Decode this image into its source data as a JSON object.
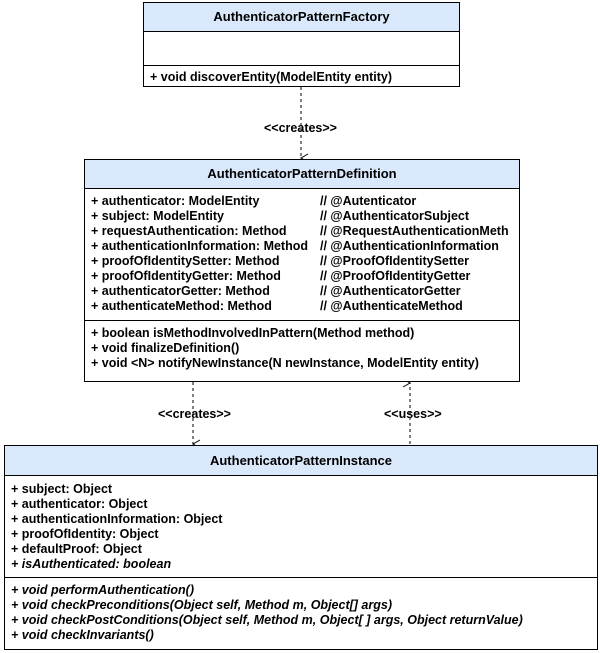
{
  "factory": {
    "name": "AuthenticatorPatternFactory",
    "attributes": [],
    "methods": [
      "+ void discoverEntity(ModelEntity entity)"
    ]
  },
  "definition": {
    "name": "AuthenticatorPatternDefinition",
    "attributes": [
      {
        "text": "+ authenticator: ModelEntity",
        "annotation": "// @Autenticator"
      },
      {
        "text": "+ subject: ModelEntity",
        "annotation": "// @AuthenticatorSubject"
      },
      {
        "text": "+ requestAuthentication: Method",
        "annotation": "// @RequestAuthenticationMeth"
      },
      {
        "text": "+ authenticationInformation: Method",
        "annotation": "// @AuthenticationInformation"
      },
      {
        "text": "+ proofOfIdentitySetter: Method",
        "annotation": "// @ProofOfIdentitySetter"
      },
      {
        "text": "+ proofOfIdentityGetter: Method",
        "annotation": "// @ProofOfIdentityGetter"
      },
      {
        "text": "+ authenticatorGetter: Method",
        "annotation": "// @AuthenticatorGetter"
      },
      {
        "text": "+ authenticateMethod: Method",
        "annotation": "// @AuthenticateMethod"
      }
    ],
    "methods": [
      "+ boolean isMethodInvolvedInPattern(Method method)",
      "+ void finalizeDefinition()",
      "+ void <N> notifyNewInstance(N newInstance, ModelEntity entity)"
    ]
  },
  "instance": {
    "name": "AuthenticatorPatternInstance",
    "attributes": [
      "+ subject: Object",
      "+ authenticator: Object",
      "+ authenticationInformation: Object",
      "+ proofOfIdentity: Object",
      "+ defaultProof: Object",
      "+ isAuthenticated: boolean"
    ],
    "methods": [
      "+ void performAuthentication()",
      "+ void checkPreconditions(Object self, Method m, Object[] args)",
      "+ void checkPostConditions(Object self, Method m, Object[ ] args, Object returnValue)",
      "+ void checkInvariants()"
    ]
  },
  "relations": [
    {
      "label": "<<creates>>"
    },
    {
      "label": "<<creates>>"
    },
    {
      "label": "<<uses>>"
    }
  ]
}
